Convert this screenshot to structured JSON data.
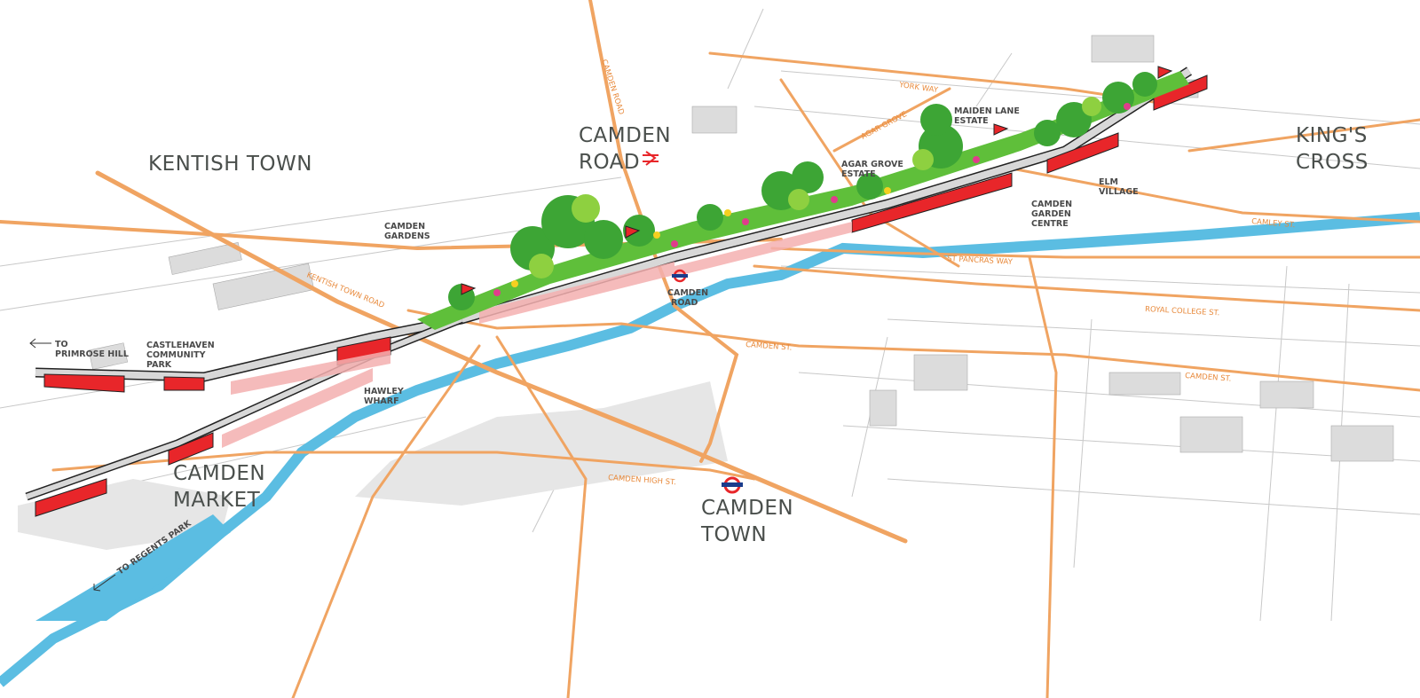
{
  "places": {
    "kentish_town": "KENTISH TOWN",
    "camden_road": [
      "CAMDEN",
      "ROAD"
    ],
    "kings_cross": [
      "KING'S",
      "CROSS"
    ],
    "camden_market": [
      "CAMDEN",
      "MARKET"
    ],
    "camden_town": [
      "CAMDEN",
      "TOWN"
    ]
  },
  "sites": {
    "camden_gardens": [
      "CAMDEN",
      "GARDENS"
    ],
    "castlehaven": [
      "CASTLEHAVEN",
      "COMMUNITY",
      "PARK"
    ],
    "to_primrose_hill": [
      "TO",
      "PRIMROSE HILL"
    ],
    "hawley_wharf": [
      "HAWLEY",
      "WHARF"
    ],
    "camden_road_station": [
      "CAMDEN",
      "ROAD"
    ],
    "agar_grove_estate": [
      "AGAR GROVE",
      "ESTATE"
    ],
    "maiden_lane_estate": [
      "MAIDEN LANE",
      "ESTATE"
    ],
    "camden_garden_centre": [
      "CAMDEN",
      "GARDEN",
      "CENTRE"
    ],
    "elm_village": [
      "ELM",
      "VILLAGE"
    ],
    "to_regents_park": "TO REGENTS PARK"
  },
  "roads": {
    "camden_road": "CAMDEN ROAD",
    "york_way": "YORK WAY",
    "agar_grove": "AGAR GROVE",
    "kentish_town_road": "KENTISH TOWN ROAD",
    "st_pancras_way": "ST PANCRAS WAY",
    "royal_college_st": "ROYAL COLLEGE ST.",
    "camley_st": "CAMLEY ST.",
    "camden_st_1": "CAMDEN ST.",
    "camden_st_2": "CAMDEN ST.",
    "camden_high_st": "CAMDEN HIGH ST."
  },
  "icons": {
    "rail": "national-rail-icon",
    "underground": "underground-roundel-icon"
  },
  "colors": {
    "road": "#f0a462",
    "canal": "#5bbde2",
    "viaduct_red": "#e8262a",
    "viaduct_pink": "#f4b0b0",
    "greenery": "#4cb848",
    "label": "#4a4f4c",
    "road_label": "#e88a3c"
  }
}
